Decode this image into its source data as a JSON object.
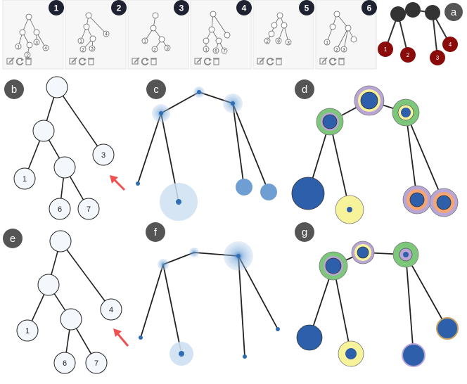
{
  "thumbnails": [
    {
      "number": "1",
      "leaves": [
        "1",
        "2",
        "3",
        "4"
      ]
    },
    {
      "number": "2",
      "leaves": [
        "1",
        "2",
        "3",
        "4"
      ]
    },
    {
      "number": "3",
      "leaves": [
        "1",
        "2",
        "3"
      ]
    },
    {
      "number": "4",
      "leaves": [
        "1",
        "6",
        "7"
      ]
    },
    {
      "number": "5",
      "leaves": [
        "2",
        "8",
        "3"
      ]
    },
    {
      "number": "6",
      "leaves": [
        "1",
        "2",
        "3"
      ]
    }
  ],
  "panels": {
    "a": {
      "letter": "a",
      "leaves": [
        "1",
        "2",
        "3",
        "4"
      ]
    },
    "b": {
      "letter": "b",
      "leaves": [
        "1",
        "6",
        "7",
        "3"
      ]
    },
    "c": {
      "letter": "c"
    },
    "d": {
      "letter": "d"
    },
    "e": {
      "letter": "e",
      "leaves": [
        "1",
        "6",
        "7",
        "4"
      ]
    },
    "f": {
      "letter": "f"
    },
    "g": {
      "letter": "g"
    }
  },
  "colors": {
    "panel_badge": "#555555",
    "thumb_badge": "#1f2230",
    "dark_node": "#333333",
    "red_node": "#8b0a0a",
    "arrow": "#f05050",
    "glow_blue": "#4a8fd0",
    "dot_blue": "#2e6db4",
    "ring_green": "#7dc77a",
    "ring_purple": "#b9a6d6",
    "ring_orange": "#f5a673",
    "ring_yellow": "#f6f39a"
  }
}
